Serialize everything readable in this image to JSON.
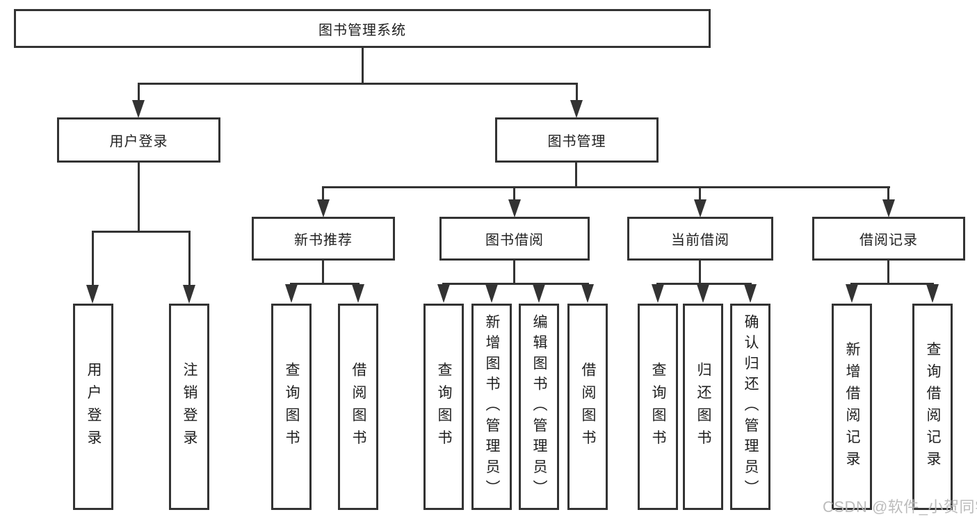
{
  "diagram": {
    "root": "图书管理系统",
    "level2": [
      "用户登录",
      "图书管理"
    ],
    "level3": [
      "新书推荐",
      "图书借阅",
      "当前借阅",
      "借阅记录"
    ],
    "leaves": {
      "user_login": [
        "用户登录",
        "注销登录"
      ],
      "new_book": [
        "查询图书",
        "借阅图书"
      ],
      "book_borrow": [
        "查询图书",
        "新增图书（管理员）",
        "编辑图书（管理员）",
        "借阅图书"
      ],
      "current_borrow": [
        "查询图书",
        "归还图书",
        "确认归还（管理员）"
      ],
      "borrow_record": [
        "新增借阅记录",
        "查询借阅记录"
      ]
    }
  },
  "watermark": "CSDN @软件_小贺同学",
  "colors": {
    "line": "#333333",
    "text": "#1f1f1f",
    "box_fill": "#ffffff",
    "watermark": "#b9b9b9",
    "background": "#ffffff"
  }
}
